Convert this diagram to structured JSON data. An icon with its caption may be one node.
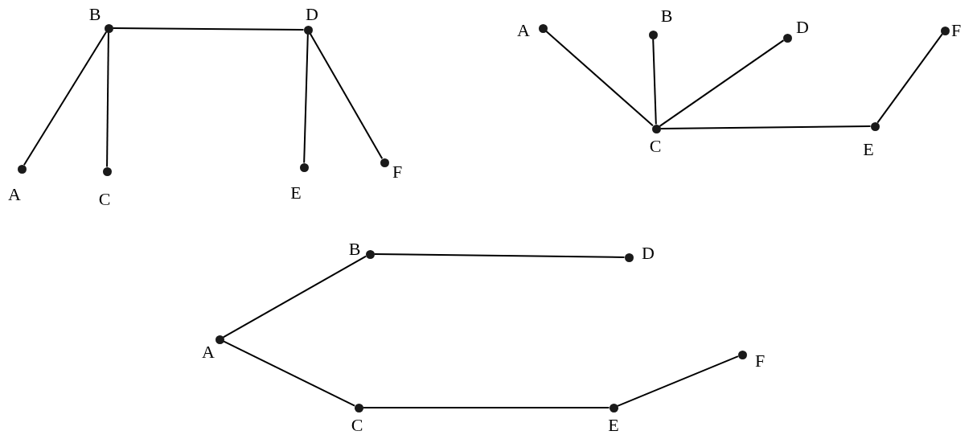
{
  "diagram": {
    "nodes": [
      {
        "text": [
          "B"
        ]
      },
      {
        "text": [
          "D"
        ]
      },
      {
        "text": [
          "A"
        ]
      },
      {
        "text": [
          "C"
        ]
      },
      {
        "text": [
          "E"
        ]
      },
      {
        "text": [
          "F"
        ]
      },
      {
        "text": [
          "A"
        ]
      },
      {
        "text": [
          "B"
        ]
      },
      {
        "text": [
          "D"
        ]
      },
      {
        "text": [
          "F"
        ]
      },
      {
        "text": [
          "C"
        ]
      },
      {
        "text": [
          "E"
        ]
      },
      {
        "text": [
          "B"
        ]
      },
      {
        "text": [
          "D"
        ]
      },
      {
        "text": [
          "A"
        ]
      },
      {
        "text": [
          "F"
        ]
      },
      {
        "text": [
          "C"
        ]
      },
      {
        "text": [
          "E"
        ]
      }
    ],
    "edges": [
      {
        "from": 0,
        "to": 2,
        "arrow": "none"
      },
      {
        "from": 0,
        "to": 3,
        "arrow": "none"
      },
      {
        "from": 0,
        "to": 1,
        "arrow": "none"
      },
      {
        "from": 1,
        "to": 4,
        "arrow": "none"
      },
      {
        "from": 1,
        "to": 5,
        "arrow": "none"
      },
      {
        "from": 6,
        "to": 10,
        "arrow": "none"
      },
      {
        "from": 7,
        "to": 10,
        "arrow": "none"
      },
      {
        "from": 8,
        "to": 10,
        "arrow": "none"
      },
      {
        "from": 10,
        "to": 11,
        "arrow": "none"
      },
      {
        "from": 11,
        "to": 9,
        "arrow": "none"
      },
      {
        "from": 14,
        "to": 12,
        "arrow": "none"
      },
      {
        "from": 12,
        "to": 13,
        "arrow": "none"
      },
      {
        "from": 14,
        "to": 16,
        "arrow": "none"
      },
      {
        "from": 16,
        "to": 17,
        "arrow": "none"
      },
      {
        "from": 17,
        "to": 15,
        "arrow": "none"
      }
    ]
  }
}
